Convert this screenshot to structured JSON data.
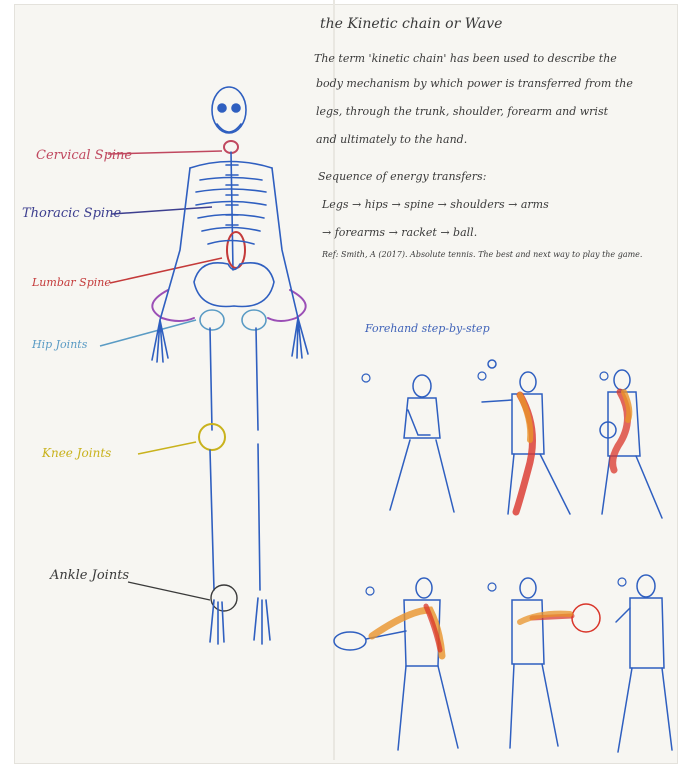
{
  "page": {
    "title": "the Kinetic chain or Wave",
    "description": [
      "The term 'kinetic chain' has been used to describe the",
      "body mechanism by which power is transferred from the",
      "legs, through the trunk, shoulder, forearm and wrist",
      "and ultimately to the hand."
    ],
    "sequence_heading": "Sequence of energy transfers:",
    "sequence_lines": [
      "Legs → hips → spine → shoulders → arms",
      "→ forearms → racket → ball."
    ],
    "reference": "Ref: Smith, A (2017). Absolute tennis. The best and next way to play the game.",
    "forehand_heading": "Forehand step-by-step"
  },
  "skeleton_labels": {
    "cervical": "Cervical Spine",
    "thoracic": "Thoracic Spine",
    "lumbar": "Lumbar Spine",
    "hip": "Hip Joints",
    "knee": "Knee Joints",
    "ankle": "Ankle Joints"
  },
  "colors": {
    "cervical": "#c0485f",
    "thoracic": "#3d3f8f",
    "lumbar": "#c43a3a",
    "hip": "#5a9bc4",
    "knee": "#c9b21c",
    "ankle": "#3a3a3a",
    "bones": "#2f5fc0",
    "energy_red": "#d9352a",
    "energy_orange": "#e8932a",
    "energy_yellow": "#e5c92f"
  }
}
